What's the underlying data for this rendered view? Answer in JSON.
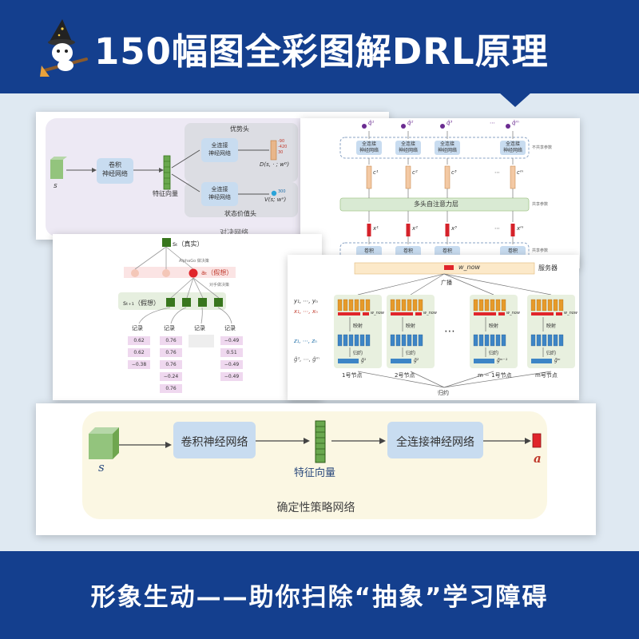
{
  "header": {
    "title": "150幅图全彩图解DRL原理",
    "background": "#143f8e"
  },
  "footer": {
    "tagline": "形象生动——助你扫除“抽象”学习障碍"
  },
  "panel_dueling": {
    "input_label": "s",
    "conv_label": "卷积\n神经网络",
    "feature_label": "特征向量",
    "advantage_head": "优势头",
    "fc_top": "全连接\n神经网络",
    "fc_bottom": "全连接\n神经网络",
    "adv_values": [
      "-90",
      "-420",
      "30"
    ],
    "adv_output": "D(s, · ; wᴰ)",
    "value_number": "300",
    "value_output": "V(s; wⱽ)",
    "value_head": "状态价值头",
    "caption": "对决网络"
  },
  "panel_attention": {
    "outputs": [
      "q̂¹",
      "q̂²",
      "q̂³",
      "⋯",
      "q̂ᵐ"
    ],
    "fc": "全连接\n神经网络",
    "not_shared": "不共享参数",
    "contexts": [
      "c¹",
      "c²",
      "c³",
      "⋯",
      "cᵐ"
    ],
    "attention": "多头自注意力层",
    "shared1": "共享参数",
    "inputs": [
      "x¹",
      "x²",
      "x³",
      "⋯",
      "xᵐ"
    ],
    "shared2": "共享参数",
    "conv": "卷积"
  },
  "panel_mcts": {
    "root": "sₜ（真实）",
    "alphago": "AlphaGo 做决策",
    "action": "aₜ（假想）",
    "opponent": "对手做决策",
    "next_state": "sₜ₊₁（假想）",
    "record": "记录",
    "records": [
      [
        "0.62",
        "0.62",
        "−0.38"
      ],
      [
        "0.76",
        "0.76",
        "0.76",
        "−0.24",
        "0.76"
      ],
      [],
      [
        "−0.49",
        "0.51",
        "−0.49",
        "−0.49"
      ]
    ]
  },
  "panel_parallel": {
    "server": "服务器",
    "w_now": "w_now",
    "broadcast": "广播",
    "row_y": "y₁, ⋯, yₙ",
    "row_x": "x₁, ⋯, xₙ",
    "row_z": "z₁, ⋯, zₙ",
    "row_g": "g̃¹, ⋯, g̃ᵐ",
    "map": "映射",
    "reduce": "归约",
    "dots": "⋯",
    "nodes": [
      "1号节点",
      "2号节点",
      "m − 1号节点",
      "m号节点"
    ],
    "reduce_bottom": "归约",
    "grad_labels": [
      "g̃¹",
      "g̃²",
      "g̃ᵐ⁻¹",
      "g̃ᵐ"
    ]
  },
  "panel_policy": {
    "input_label": "s",
    "conv": "卷积神经网络",
    "feature": "特征向量",
    "fc": "全连接神经网络",
    "output_label": "a",
    "caption": "确定性策略网络"
  },
  "colors": {
    "navy": "#143f8e",
    "box_blue": "#c8dcf0",
    "feature_green": "#4f8a3a",
    "output_red": "#e0252b",
    "panel_yellow": "#fbf7e3"
  }
}
